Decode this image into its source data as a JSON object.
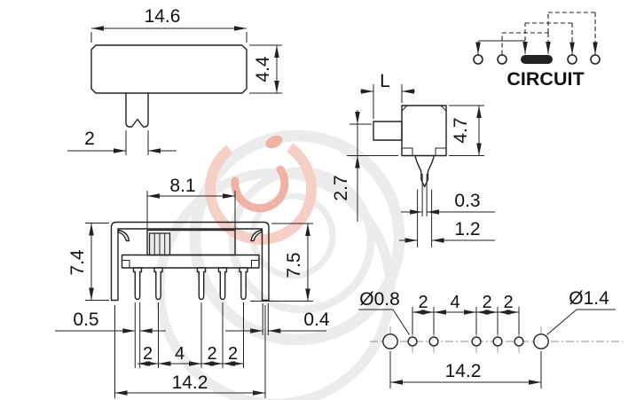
{
  "colors": {
    "line": "#222222",
    "text": "#111111",
    "centerline": "#8f8f8f",
    "knob_fill": "#e9e9e9",
    "paper": "#ffffff",
    "wm-gray": "#ececec",
    "wm-red": "#f6cfc7",
    "wm-red-dark": "#f0b2a6"
  },
  "top_view": {
    "width": "14.6",
    "height": "4.4",
    "actuator_width": "2"
  },
  "front_view": {
    "body_width": "8.1",
    "height_left": "7.4",
    "height_right": "7.5",
    "terminal_width": "0.5",
    "bracket_thickness": "0.4",
    "pitch": [
      "2",
      "4",
      "2",
      "2"
    ],
    "span": "14.2"
  },
  "side_view": {
    "actuator_length": "L",
    "body_height": "4.7",
    "actuator_height": "2.7",
    "terminal_thickness": "0.3",
    "terminal_width": "1.2"
  },
  "circuit": {
    "label": "CIRCUIT"
  },
  "pcb": {
    "small_hole": "Ø0.8",
    "large_hole": "Ø1.4",
    "pitch": [
      "2",
      "4",
      "2",
      "2"
    ],
    "span": "14.2"
  }
}
